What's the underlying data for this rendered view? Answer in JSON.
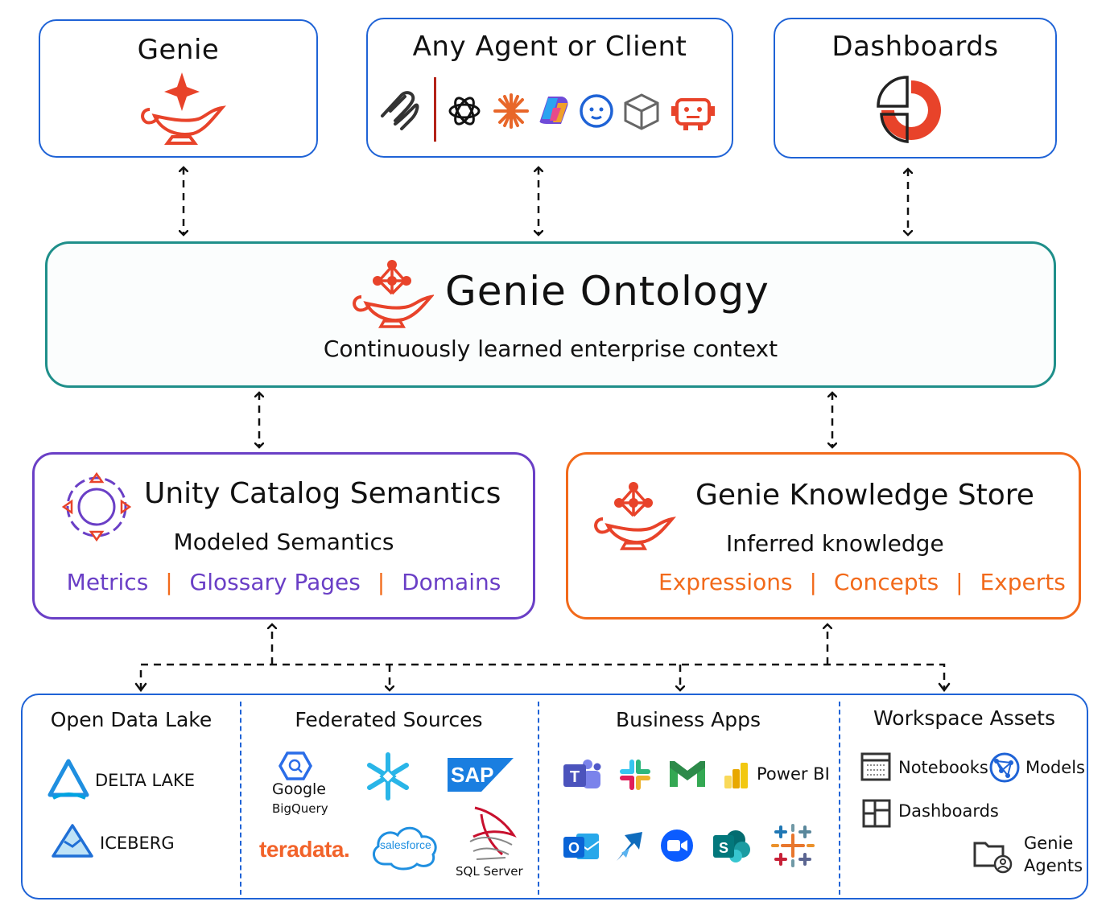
{
  "colors": {
    "blue": "#1f63d6",
    "teal": "#1f8f8a",
    "purple": "#6a3fc6",
    "orange": "#f26a1b",
    "red": "#e8432a"
  },
  "top": {
    "genie": {
      "title": "Genie",
      "icon": "genie-lamp-icon"
    },
    "agents": {
      "title": "Any Agent or Client",
      "icons": [
        "mcp-icon",
        "openai-icon",
        "claude-icon",
        "copilot-icon",
        "chat-agent-icon",
        "cube-agent-icon",
        "robot-icon"
      ]
    },
    "dashboards": {
      "title": "Dashboards",
      "icon": "dashboard-chart-icon"
    }
  },
  "ontology": {
    "title": "Genie Ontology",
    "subtitle": "Continuously learned enterprise context"
  },
  "unity": {
    "title": "Unity Catalog Semantics",
    "subtitle": "Modeled Semantics",
    "items": [
      "Metrics",
      "Glossary Pages",
      "Domains"
    ]
  },
  "knowledge": {
    "title": "Genie Knowledge Store",
    "subtitle": "Inferred knowledge",
    "items": [
      "Expressions",
      "Concepts",
      "Experts"
    ]
  },
  "sources": {
    "lake": {
      "title": "Open Data Lake",
      "items": [
        "DELTA LAKE",
        "ICEBERG"
      ]
    },
    "federated": {
      "title": "Federated Sources",
      "google": [
        "Google",
        "BigQuery"
      ],
      "teradata": "teradata.",
      "salesforce": "salesforce",
      "sap": "SAP",
      "sqlserver": "SQL Server"
    },
    "apps": {
      "title": "Business Apps",
      "powerbi": "Power BI"
    },
    "workspace": {
      "title": "Workspace Assets",
      "notebooks": "Notebooks",
      "models": "Models",
      "dashboards": "Dashboards",
      "agents": [
        "Genie",
        "Agents"
      ]
    }
  }
}
